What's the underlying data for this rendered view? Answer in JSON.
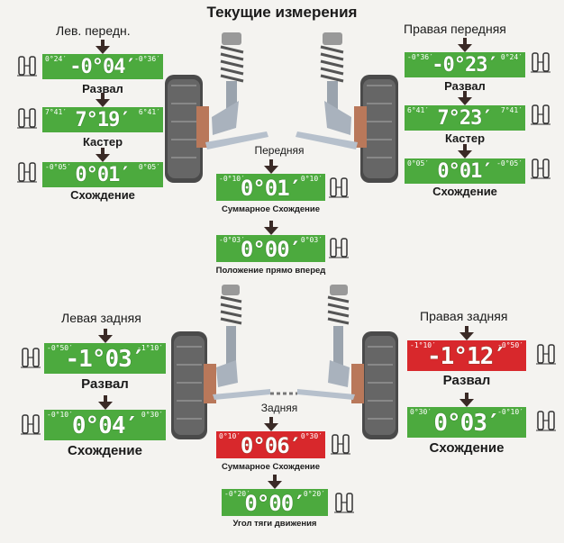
{
  "title": "Текущие измерения",
  "front": {
    "left_label": "Лев. передн.",
    "right_label": "Правая передняя",
    "axle_label": "Передняя",
    "left": {
      "camber": {
        "value": "-0°04′",
        "min": "0°24′",
        "max": "-0°36′",
        "label": "Развал",
        "status": "green"
      },
      "caster": {
        "value": "7°19′",
        "min": "7°41′",
        "max": "6°41′",
        "label": "Кастер",
        "status": "green"
      },
      "toe": {
        "value": "0°01′",
        "min": "-0°05′",
        "max": "0°05′",
        "label": "Схождение",
        "status": "green"
      }
    },
    "right": {
      "camber": {
        "value": "-0°23′",
        "min": "-0°36′",
        "max": "0°24′",
        "label": "Развал",
        "status": "green"
      },
      "caster": {
        "value": "7°23′",
        "min": "6°41′",
        "max": "7°41′",
        "label": "Кастер",
        "status": "green"
      },
      "toe": {
        "value": "0°01′",
        "min": "0°05′",
        "max": "-0°05′",
        "label": "Схождение",
        "status": "green"
      }
    },
    "total_toe": {
      "value": "0°01′",
      "min": "-0°10′",
      "max": "0°10′",
      "label": "Суммарное Схождение",
      "status": "green"
    },
    "straight_ahead": {
      "value": "0°00′",
      "min": "-0°03′",
      "max": "0°03′",
      "label": "Положение прямо вперед",
      "status": "green"
    }
  },
  "rear": {
    "left_label": "Левая задняя",
    "right_label": "Правая задняя",
    "axle_label": "Задняя",
    "left": {
      "camber": {
        "value": "-1°03′",
        "min": "-0°50′",
        "max": "-1°10′",
        "label": "Развал",
        "status": "green"
      },
      "toe": {
        "value": "0°04′",
        "min": "-0°10′",
        "max": "0°30′",
        "label": "Схождение",
        "status": "green"
      }
    },
    "right": {
      "camber": {
        "value": "-1°12′",
        "min": "-1°10′",
        "max": "-0°50′",
        "label": "Развал",
        "status": "red"
      },
      "toe": {
        "value": "0°03′",
        "min": "0°30′",
        "max": "-0°10′",
        "label": "Схождение",
        "status": "green"
      }
    },
    "total_toe": {
      "value": "0°06′",
      "min": "0°10′",
      "max": "0°30′",
      "label": "Суммарное Схождение",
      "status": "red"
    },
    "thrust_angle": {
      "value": "0°00′",
      "min": "-0°20′",
      "max": "0°20′",
      "label": "Угол тяги движения",
      "status": "green"
    }
  },
  "colors": {
    "in_tolerance": "#4caa3e",
    "out_of_tolerance": "#d8282c",
    "arrow": "#3a2a26"
  }
}
